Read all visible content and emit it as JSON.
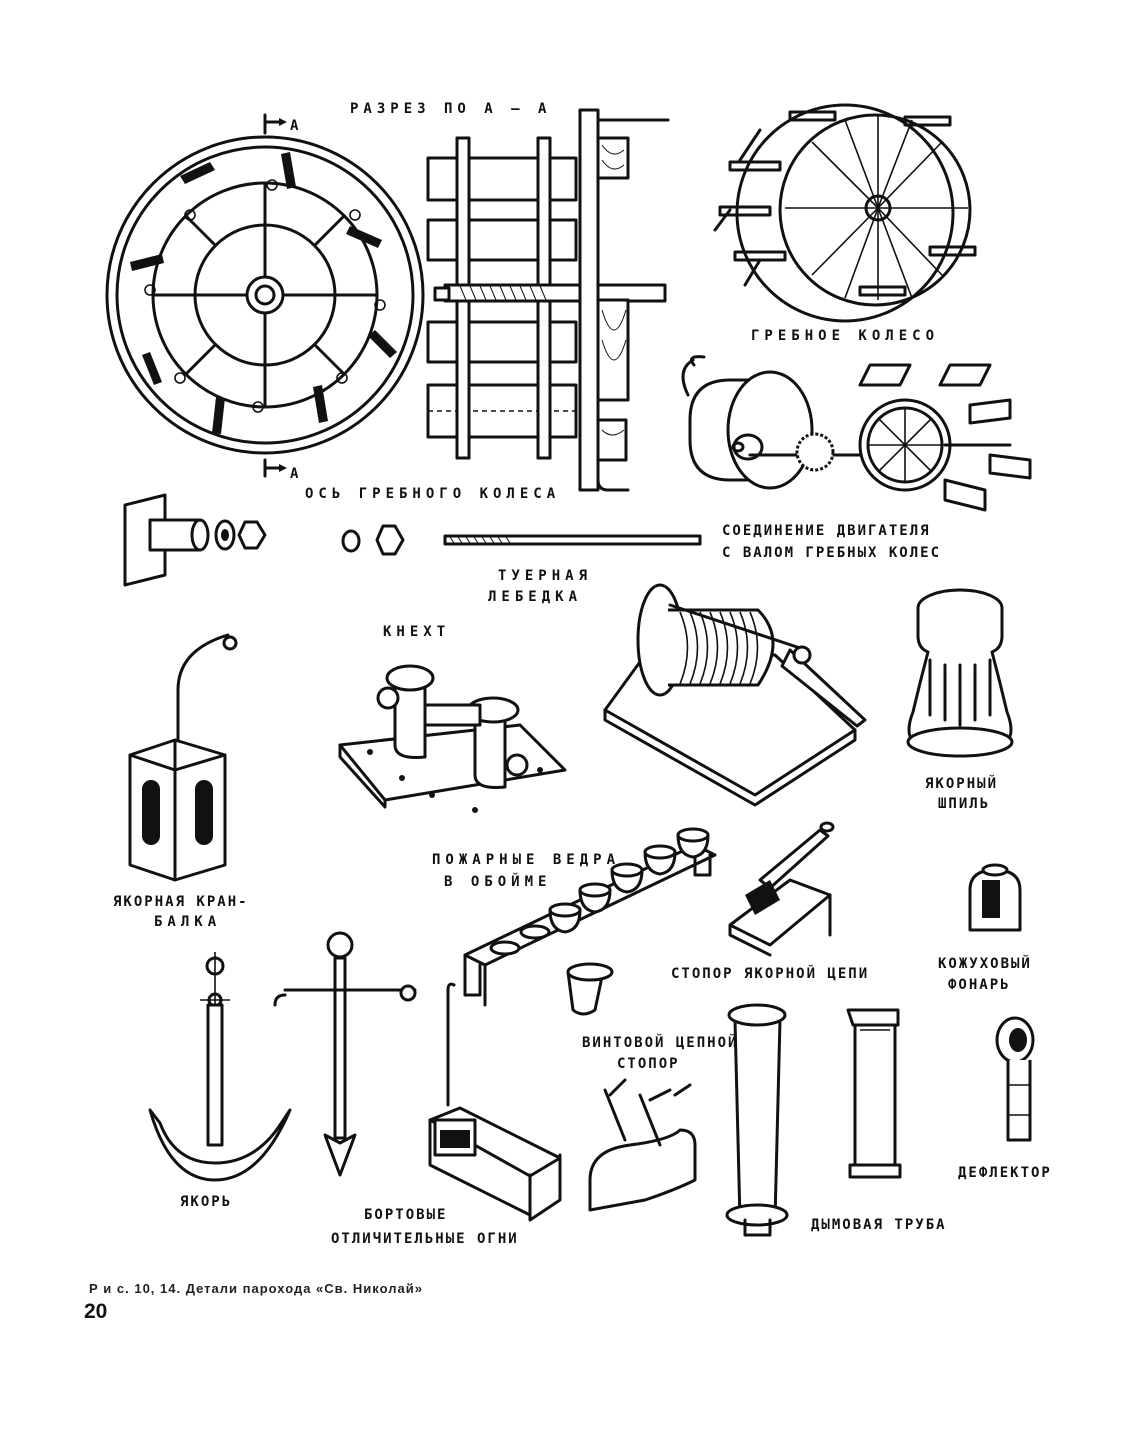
{
  "figure": {
    "caption": "Р и с.  10, 14. Детали парохода «Св. Николай»",
    "page_number": "20"
  },
  "labels": {
    "section": "РАЗРЕЗ ПО А – А",
    "section_mark_top": "А",
    "section_mark_bottom": "А",
    "paddle_wheel": "ГРЕБНОЕ КОЛЕСО",
    "paddle_axle": "ОСЬ ГРЕБНОГО КОЛЕСА",
    "engine_connection_1": "СОЕДИНЕНИЕ ДВИГАТЕЛЯ",
    "engine_connection_2": "С ВАЛОМ ГРЕБНЫХ КОЛЕС",
    "tuer_winch_1": "ТУЕРНАЯ",
    "tuer_winch_2": "ЛЕБЕДКА",
    "bollard": "КНЕХТ",
    "capstan_1": "ЯКОРНЫЙ",
    "capstan_2": "ШПИЛЬ",
    "fire_buckets_1": "ПОЖАРНЫЕ ВЕДРА",
    "fire_buckets_2": "В ОБОЙМЕ",
    "anchor_davit_1": "ЯКОРНАЯ КРАН-",
    "anchor_davit_2": "БАЛКА",
    "chain_stopper": "СТОПОР ЯКОРНОЙ ЦЕПИ",
    "cased_lantern_1": "КОЖУХОВЫЙ",
    "cased_lantern_2": "ФОНАРЬ",
    "screw_stopper_1": "ВИНТОВОЙ ЦЕПНОЙ",
    "screw_stopper_2": "СТОПОР",
    "anchor": "ЯКОРЬ",
    "side_lights_1": "БОРТОВЫЕ",
    "side_lights_2": "ОТЛИЧИТЕЛЬНЫЕ ОГНИ",
    "smokestack": "ДЫМОВАЯ ТРУБА",
    "deflector": "ДЕФЛЕКТОР"
  }
}
